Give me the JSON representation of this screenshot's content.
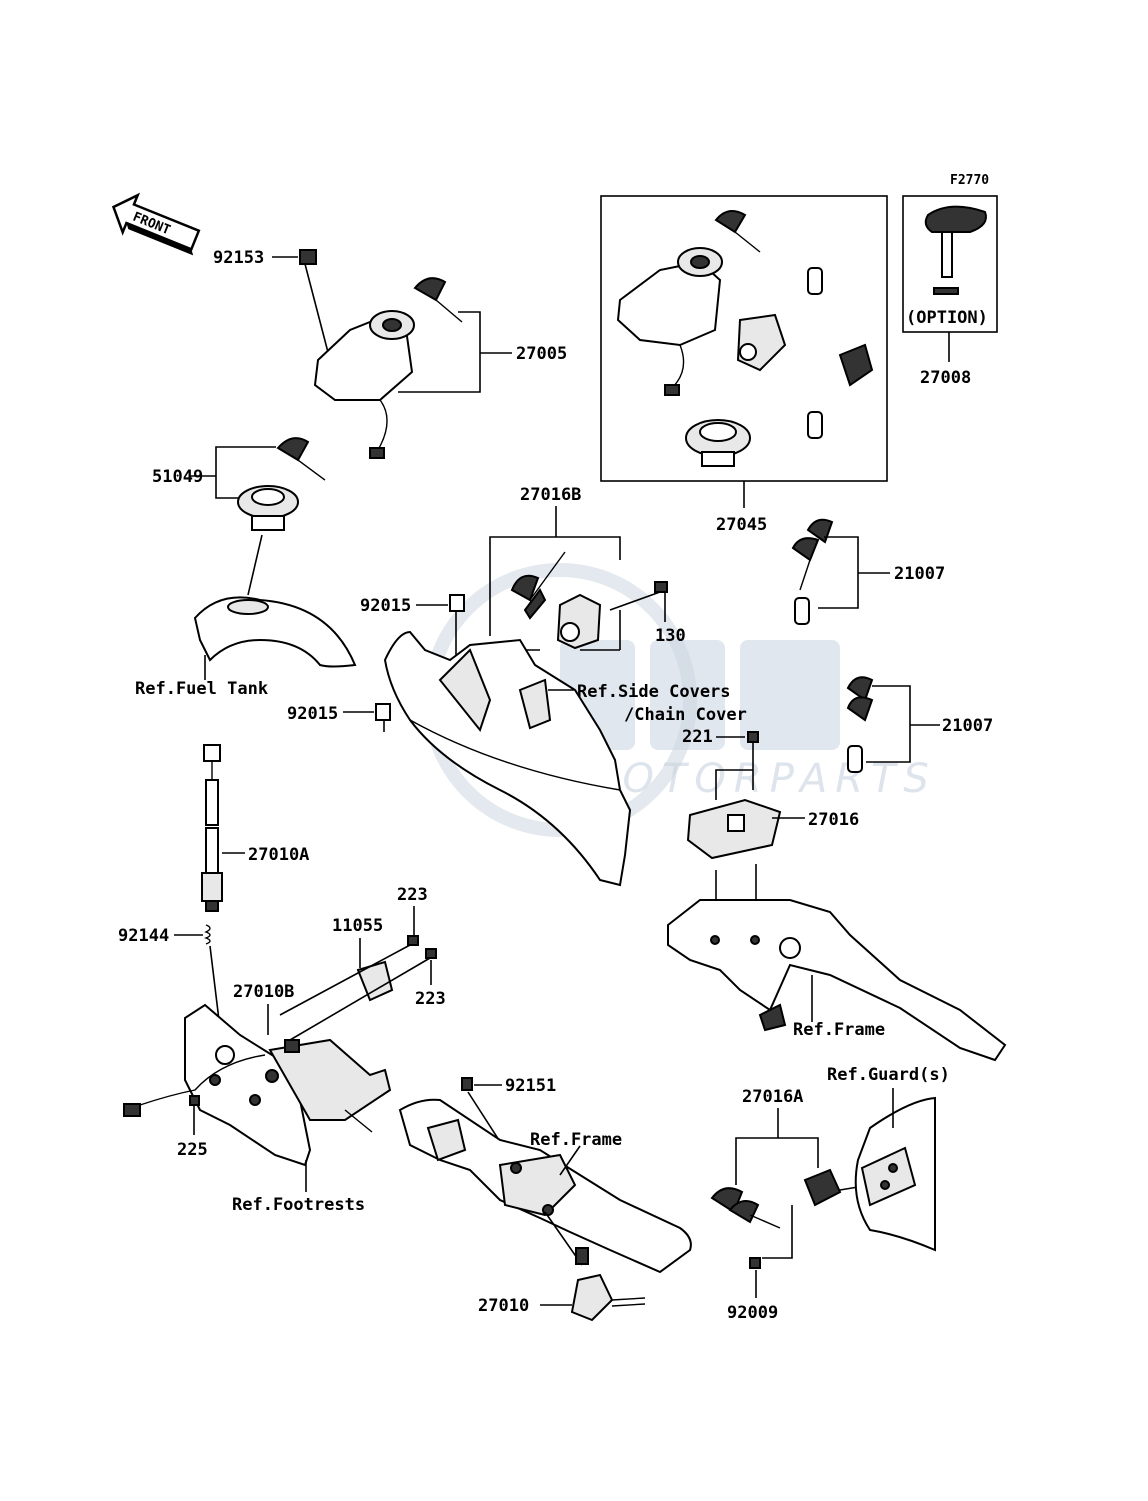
{
  "figure_code": "F2770",
  "front_label": "FRONT",
  "option_label": "(OPTION)",
  "watermark": {
    "text": "MOTORPARTS"
  },
  "parts": {
    "p92153": "92153",
    "p27005": "27005",
    "p51049": "51049",
    "p27045": "27045",
    "p27008": "27008",
    "p27016B": "27016B",
    "p21007a": "21007",
    "p21007b": "21007",
    "p92015a": "92015",
    "p92015b": "92015",
    "p130": "130",
    "p221": "221",
    "p27016": "27016",
    "p27010A": "27010A",
    "p92144": "92144",
    "p223a": "223",
    "p223b": "223",
    "p11055": "11055",
    "p27010B": "27010B",
    "p225": "225",
    "p92151": "92151",
    "p27016A": "27016A",
    "p27010": "27010",
    "p92009": "92009"
  },
  "refs": {
    "fuel_tank": "Ref.Fuel Tank",
    "side_covers_1": "Ref.Side Covers",
    "side_covers_2": "/Chain Cover",
    "frame_right": "Ref.Frame",
    "frame_bottom": "Ref.Frame",
    "footrests": "Ref.Footrests",
    "guards": "Ref.Guard(s)"
  }
}
